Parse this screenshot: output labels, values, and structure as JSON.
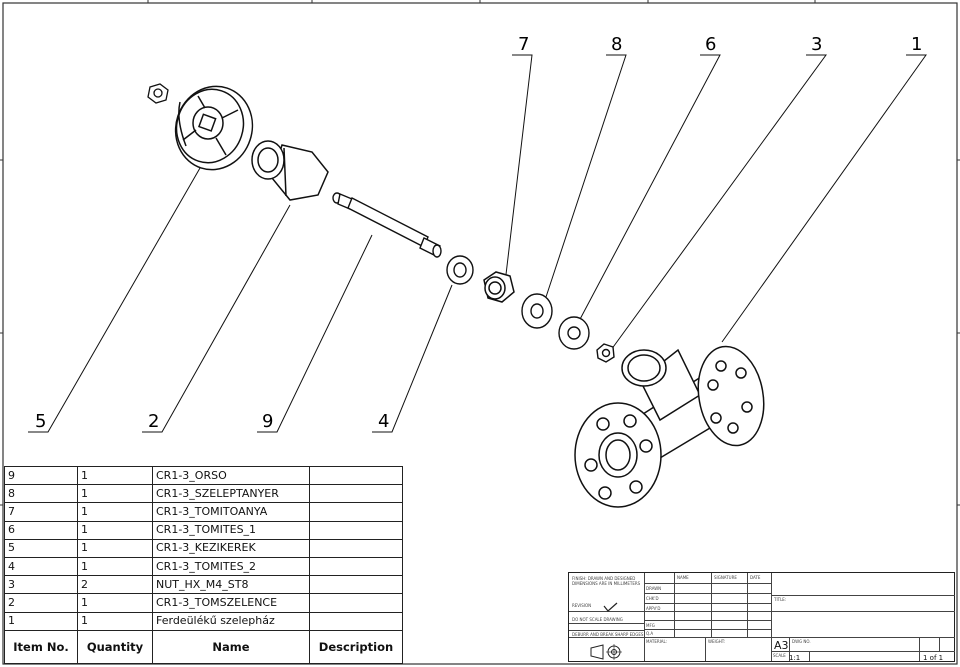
{
  "balloons": [
    {
      "num": "5"
    },
    {
      "num": "2"
    },
    {
      "num": "9"
    },
    {
      "num": "4"
    },
    {
      "num": "7"
    },
    {
      "num": "8"
    },
    {
      "num": "6"
    },
    {
      "num": "3"
    },
    {
      "num": "1"
    }
  ],
  "bom": {
    "headers": [
      "Item No.",
      "Quantity",
      "Name",
      "Description"
    ],
    "rows": [
      {
        "item": "9",
        "qty": "1",
        "name": "CR1-3_ORSO",
        "desc": ""
      },
      {
        "item": "8",
        "qty": "1",
        "name": "CR1-3_SZELEPTANYER",
        "desc": ""
      },
      {
        "item": "7",
        "qty": "1",
        "name": "CR1-3_TOMITOANYA",
        "desc": ""
      },
      {
        "item": "6",
        "qty": "1",
        "name": "CR1-3_TOMITES_1",
        "desc": ""
      },
      {
        "item": "5",
        "qty": "1",
        "name": "CR1-3_KEZIKEREK",
        "desc": ""
      },
      {
        "item": "4",
        "qty": "1",
        "name": "CR1-3_TOMITES_2",
        "desc": ""
      },
      {
        "item": "3",
        "qty": "2",
        "name": "NUT_HX_M4_ST8",
        "desc": ""
      },
      {
        "item": "2",
        "qty": "1",
        "name": "CR1-3_TOMSZELENCE",
        "desc": ""
      },
      {
        "item": "1",
        "qty": "1",
        "name": "Ferdeülékű szelepház",
        "desc": ""
      }
    ]
  },
  "title_block": {
    "notes": [
      "FINISH: DRAWN AND DESIGNED",
      "DIMENSIONS ARE IN MILLIMETERS"
    ],
    "deburr": "DEBURR AND BREAK SHARP EDGES",
    "no_scale": "DO NOT SCALE DRAWING",
    "rev": "REVISION",
    "labels": [
      "NAME",
      "SIGNATURE",
      "DATE"
    ],
    "rows": [
      "DRAWN",
      "CHK'D",
      "APPV'D",
      "MFG",
      "Q.A"
    ],
    "material": "MATERIAL:",
    "weight": "WEIGHT:",
    "title_label": "TITLE:",
    "dwg_label": "DWG NO.",
    "size": "A3",
    "scale_label": "SCALE",
    "scale": "1:1",
    "sheet": "1 of 1"
  },
  "colors": {
    "line": "#111111",
    "frame": "#333333",
    "paper": "#ffffff"
  }
}
